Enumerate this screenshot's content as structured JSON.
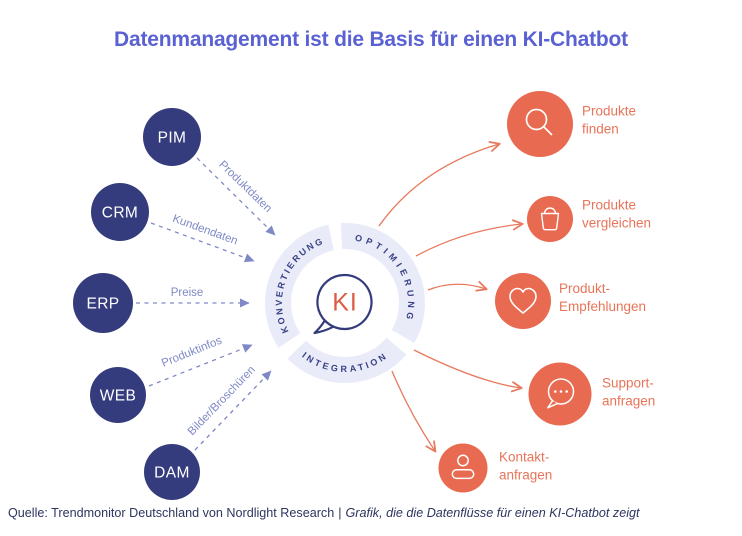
{
  "title": "Datenmanagement ist die Basis für einen KI-Chatbot",
  "sources": [
    {
      "label": "PIM",
      "flow": "Produktdaten"
    },
    {
      "label": "CRM",
      "flow": "Kundendaten"
    },
    {
      "label": "ERP",
      "flow": "Preise"
    },
    {
      "label": "WEB",
      "flow": "Produktinfos"
    },
    {
      "label": "DAM",
      "flow": "Bilder/Broschüren"
    }
  ],
  "hub": {
    "core_label": "KI",
    "ring_segments": [
      "KONVERTIERUNG",
      "OPTIMIERUNG",
      "INTEGRATION"
    ]
  },
  "outputs": [
    {
      "icon": "search-icon",
      "label_line1": "Produkte",
      "label_line2": "finden"
    },
    {
      "icon": "basket-icon",
      "label_line1": "Produkte",
      "label_line2": "vergleichen"
    },
    {
      "icon": "heart-icon",
      "label_line1": "Produkt-",
      "label_line2": "Empfehlungen"
    },
    {
      "icon": "chat-icon",
      "label_line1": "Support-",
      "label_line2": "anfragen"
    },
    {
      "icon": "person-icon",
      "label_line1": "Kontakt-",
      "label_line2": "anfragen"
    }
  ],
  "footer": {
    "source": "Quelle: Trendmonitor Deutschland von Nordlight Research",
    "separator": "|",
    "caption": "Grafik, die die Datenflüsse für einen KI-Chatbot zeigt"
  },
  "colors": {
    "navy_circle": "#353C7D",
    "title_blue": "#5A61D2",
    "flow_blue": "#7F89C6",
    "ring_band": "#E9EBF8",
    "ring_text": "#3A4186",
    "orange_circle": "#E86A50",
    "orange_text": "#E87459",
    "ki_orange": "#DC5C45",
    "footer_navy": "#2E355E"
  }
}
